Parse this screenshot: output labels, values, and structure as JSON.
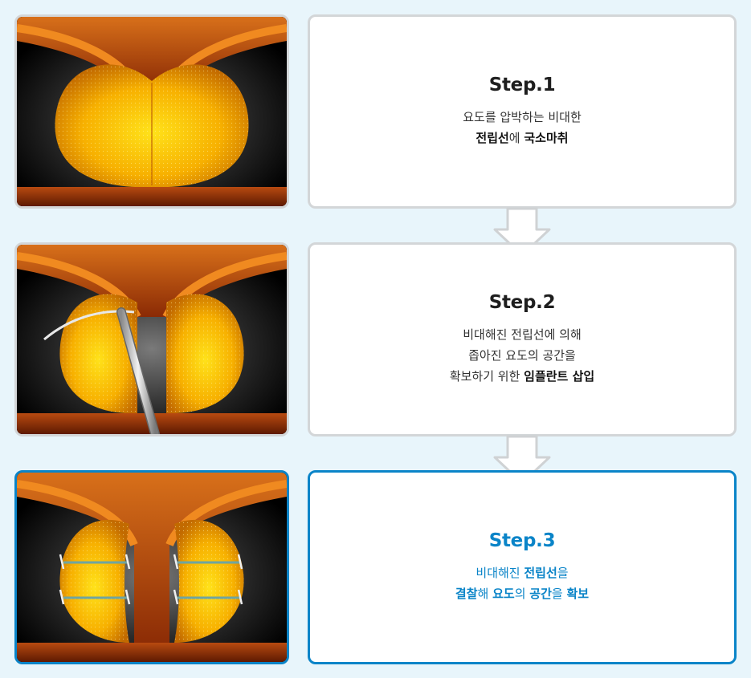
{
  "colors": {
    "accent": "#0a84c8",
    "border": "#d3d6d8",
    "background": "#e8f5fb",
    "tissue": "#f2a400"
  },
  "steps": [
    {
      "title": "Step.1",
      "lines": [
        [
          {
            "text": "요도를 압박하는 비대한",
            "bold": false
          }
        ],
        [
          {
            "text": "전립선",
            "bold": true
          },
          {
            "text": "에 ",
            "bold": false
          },
          {
            "text": "국소마취",
            "bold": true
          }
        ]
      ],
      "image": "enlarged-prostate-illustration"
    },
    {
      "title": "Step.2",
      "lines": [
        [
          {
            "text": "비대해진 전립선에 의해",
            "bold": false
          }
        ],
        [
          {
            "text": "좁아진 요도의 공간을",
            "bold": false
          }
        ],
        [
          {
            "text": "확보하기 위한 ",
            "bold": false
          },
          {
            "text": "임플란트 삽입",
            "bold": true
          }
        ]
      ],
      "image": "needle-insertion-illustration"
    },
    {
      "title": "Step.3",
      "lines": [
        [
          {
            "text": "비대해진 ",
            "bold": false
          },
          {
            "text": "전립선",
            "bold": true
          },
          {
            "text": "을",
            "bold": false
          }
        ],
        [
          {
            "text": "결찰",
            "bold": true
          },
          {
            "text": "해 ",
            "bold": false
          },
          {
            "text": "요도",
            "bold": true
          },
          {
            "text": "의 ",
            "bold": false
          },
          {
            "text": "공간",
            "bold": true
          },
          {
            "text": "을 ",
            "bold": false
          },
          {
            "text": "확보",
            "bold": true
          }
        ]
      ],
      "image": "ligated-prostate-illustration"
    }
  ],
  "arrows": [
    "down-arrow-icon",
    "down-arrow-icon"
  ]
}
